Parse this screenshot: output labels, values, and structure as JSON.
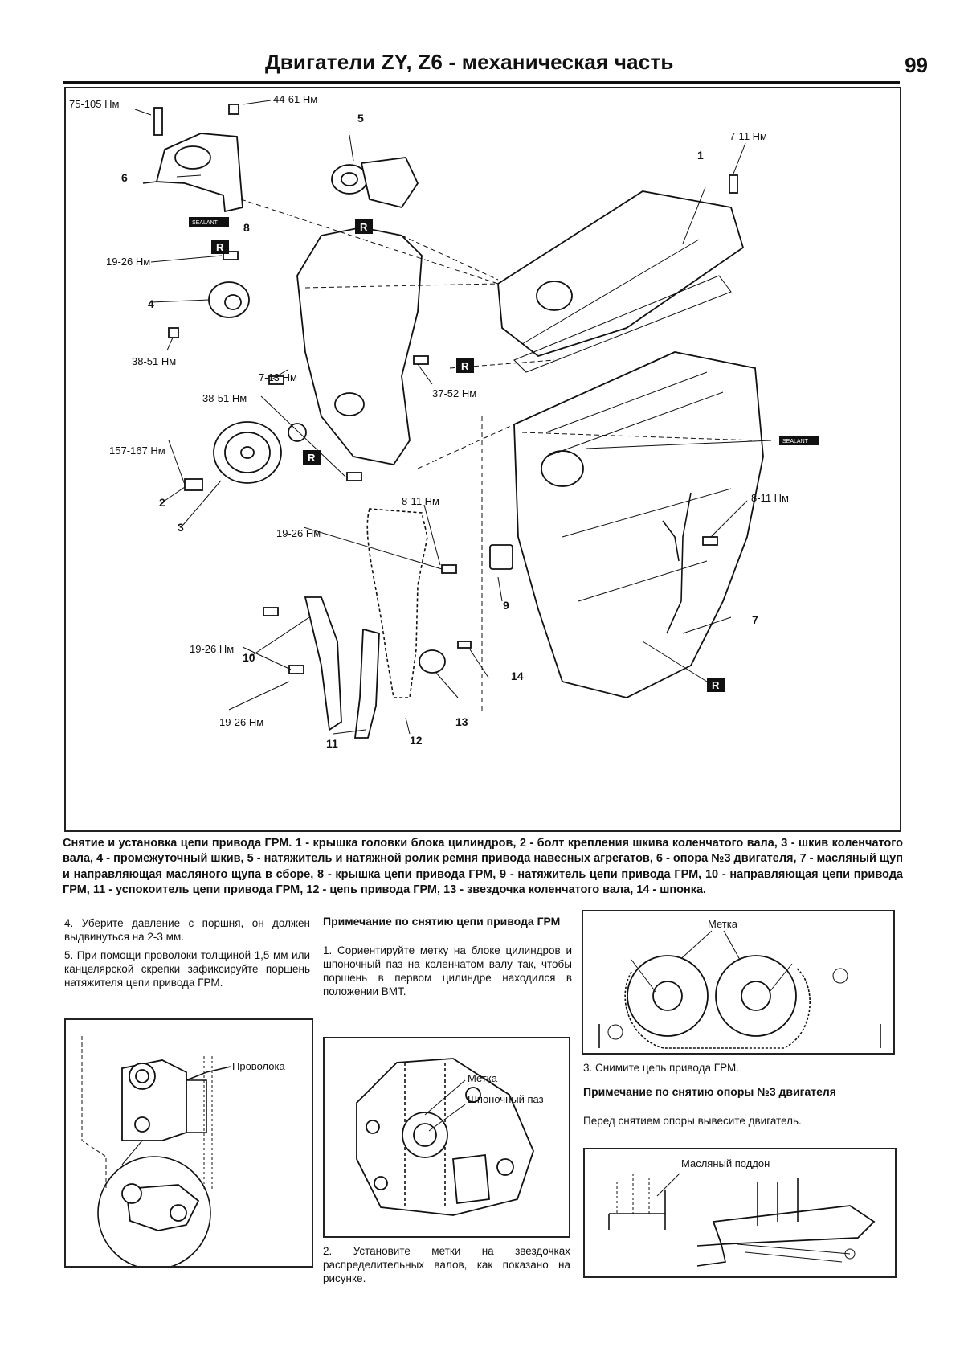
{
  "header": {
    "title": "Двигатели ZY, Z6 - механическая часть",
    "page_number": "99"
  },
  "figure_main": {
    "torques": {
      "t75_105": "75-105 Нм",
      "t44_61": "44-61 Нм",
      "t7_11": "7-11 Нм",
      "t19_26_a": "19-26 Нм",
      "t38_51_a": "38-51 Нм",
      "t7_13": "7-13 Нм",
      "t37_52": "37-52 Нм",
      "t38_51_b": "38-51 Нм",
      "t157_167": "157-167 Нм",
      "t19_26_b": "19-26 Нм",
      "t8_11_a": "8-11 Нм",
      "t8_11_b": "8-11 Нм",
      "t19_26_c": "19-26 Нм",
      "t19_26_d": "19-26 Нм"
    },
    "callouts": {
      "n1": "1",
      "n2": "2",
      "n3": "3",
      "n4": "4",
      "n5": "5",
      "n6": "6",
      "n7": "7",
      "n8": "8",
      "n9": "9",
      "n10": "10",
      "n11": "11",
      "n12": "12",
      "n13": "13",
      "n14": "14"
    },
    "replace_mark": "R",
    "sealant_mark": "SEALANT"
  },
  "caption": "Снятие и установка цепи привода ГРМ. 1 - крышка головки блока цилиндров, 2 - болт крепления шкива коленчатого вала, 3 - шкив коленчатого вала, 4 - промежуточный шкив, 5 - натяжитель и натяжной ролик ремня привода навесных агрегатов, 6 - опора №3 двигателя, 7 - масляный щуп и направляющая масляного щупа в сборе, 8 - крышка цепи привода ГРМ, 9 - натяжитель цепи привода ГРМ, 10 - направляющая цепи привода ГРМ, 11 - успокоитель цепи привода ГРМ, 12 - цепь привода ГРМ, 13 - звездочка коленчатого вала, 14 - шпонка.",
  "left_column": {
    "step4": "4. Уберите давление с поршня, он должен выдвинуться на 2-3 мм.",
    "step5": "5. При помощи проволоки толщиной 1,5 мм или канцелярской скрепки зафиксируйте поршень натяжителя цепи привода ГРМ.",
    "fig_label_wire": "Проволока"
  },
  "middle_column": {
    "note_title": "Примечание по снятию цепи привода ГРМ",
    "step1": "1. Сориентируйте метку на блоке цилиндров и шпоночный паз на коленчатом валу так, чтобы поршень в первом цилиндре находился в положении ВМТ.",
    "fig_label_mark": "Метка",
    "fig_label_keyway": "Шпоночный паз",
    "step2": "2. Установите метки на звездочках распределительных валов, как показано на рисунке."
  },
  "right_column": {
    "fig_label_marks": "Метка",
    "step3": "3. Снимите цепь привода ГРМ.",
    "note_title": "Примечание по снятию опоры №3 двигателя",
    "note_text": "Перед снятием опоры вывесите двигатель.",
    "fig_label_oilpan": "Масляный поддон"
  }
}
